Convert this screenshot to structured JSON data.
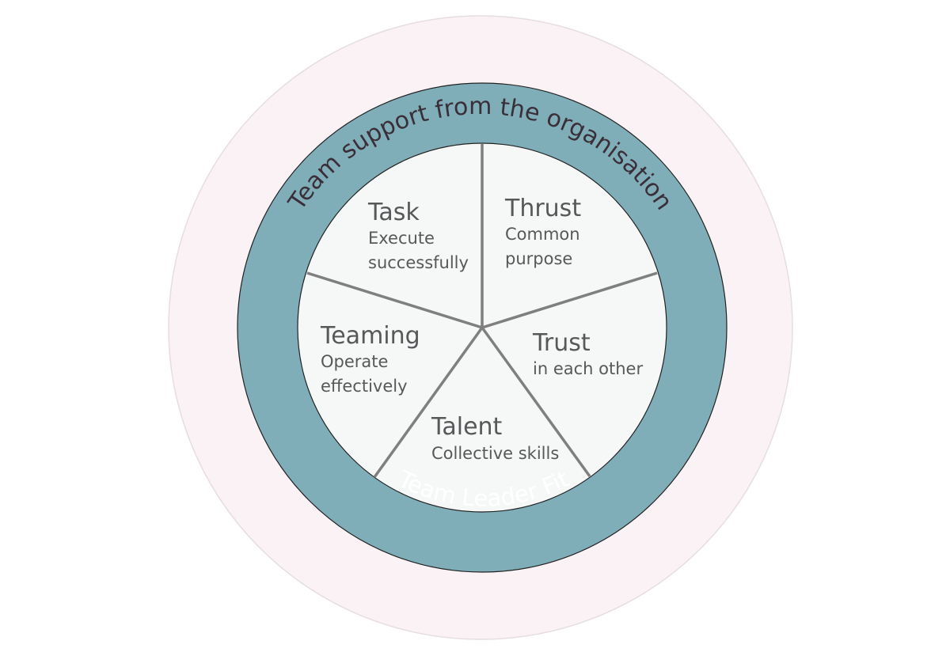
{
  "outer_ring": {
    "label": "Team support from the organisation"
  },
  "middle_ring": {
    "label": "Team Leader Fit"
  },
  "segments": [
    {
      "title": "Task",
      "subtitle_1": "Execute",
      "subtitle_2": "successfully"
    },
    {
      "title": "Thrust",
      "subtitle_1": "Common",
      "subtitle_2": "purpose"
    },
    {
      "title": "Trust",
      "subtitle_1": "in each other"
    },
    {
      "title": "Talent",
      "subtitle_1": "Collective skills"
    },
    {
      "title": "Teaming",
      "subtitle_1": "Operate",
      "subtitle_2": "effectively"
    }
  ],
  "colors": {
    "outer_ring_fill": "#fbf2f6",
    "outer_ring_stroke": "#e6dde2",
    "middle_ring_fill": "#7faeb9",
    "inner_fill": "#f6f7f7",
    "divider": "#7f7f7f",
    "segment_text": "#58585a",
    "outer_text": "#3a2f38",
    "middle_text": "#ffffff"
  }
}
